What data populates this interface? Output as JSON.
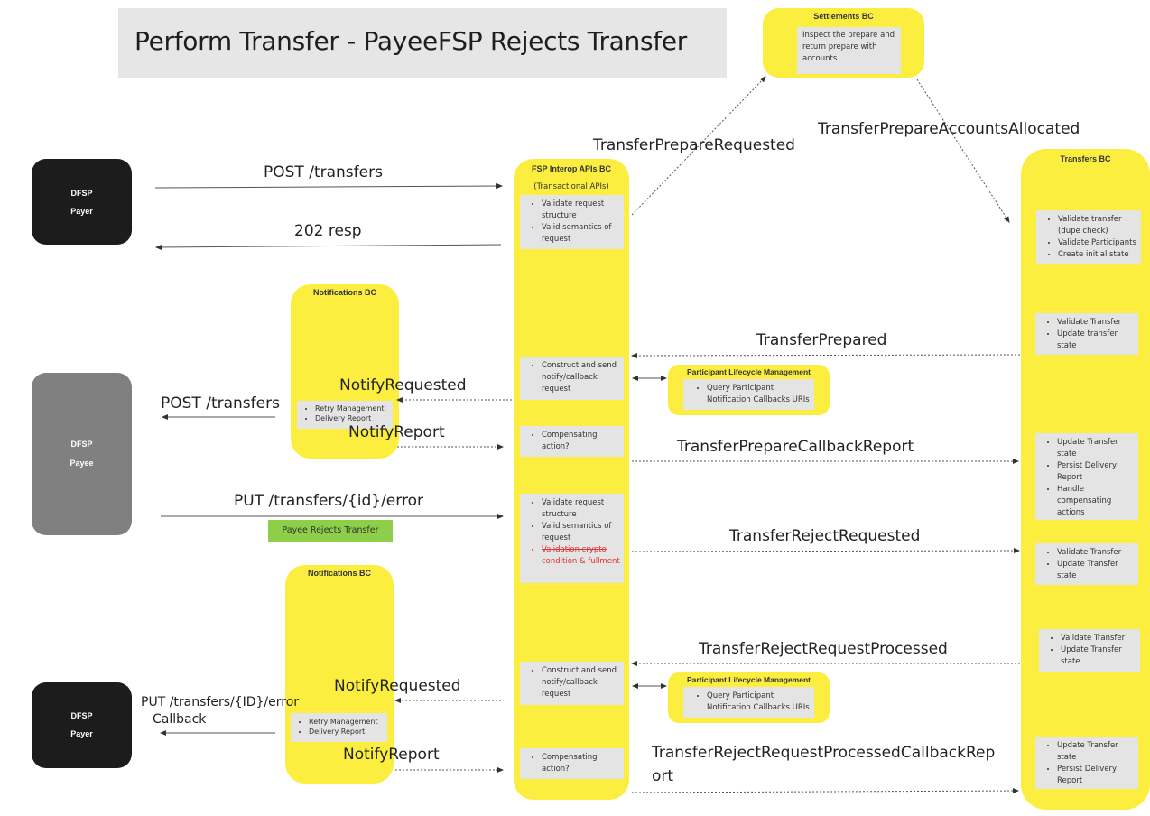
{
  "title": "Perform Transfer - PayeeFSP Rejects Transfer",
  "colors": {
    "yellow": "#fbee3f",
    "gray_box": "#e4e4e4",
    "payer": "#1c1c1c",
    "payee": "#808080",
    "green": "#8ecf4a",
    "strike_red": "#dd3333"
  },
  "participants": {
    "payer_top": {
      "line1": "DFSP",
      "line2": "Payer"
    },
    "payee": {
      "line1": "DFSP",
      "line2": "Payee"
    },
    "payer_bottom": {
      "line1": "DFSP",
      "line2": "Payer"
    }
  },
  "settlements_bc": {
    "title": "Settlements BC",
    "note": "Inspect the prepare and return prepare with accounts"
  },
  "fsp_interop_bc": {
    "title": "FSP Interop APIs BC",
    "subtitle": "(Transactional APIs)",
    "boxes": [
      {
        "items": [
          "Validate request structure",
          "Valid semantics of request"
        ]
      },
      {
        "items": [
          "Construct and send notify/callback request"
        ]
      },
      {
        "items": [
          "Compensating action?"
        ]
      },
      {
        "items": [
          "Validate request structure",
          "Valid semantics of request"
        ],
        "struck_item": "Validation crypto condition & fullment"
      },
      {
        "items": [
          "Construct and send notify/callback request"
        ]
      },
      {
        "items": [
          "Compensating action?"
        ]
      }
    ]
  },
  "transfers_bc": {
    "title": "Transfers BC",
    "boxes": [
      {
        "items": [
          "Validate transfer (dupe check)",
          "Validate Participants",
          "Create initial state"
        ]
      },
      {
        "items": [
          "Validate Transfer",
          "Update transfer state"
        ]
      },
      {
        "items": [
          "Update Transfer state",
          "Persist Delivery Report",
          "Handle compensating actions"
        ]
      },
      {
        "items": [
          "Validate Transfer",
          "Update Transfer state"
        ]
      },
      {
        "items": [
          "Validate Transfer",
          "Update Transfer state"
        ]
      },
      {
        "items": [
          "Update Transfer state",
          "Persist Delivery Report"
        ]
      }
    ]
  },
  "notifications_bc_top": {
    "title": "Notifications BC",
    "items": [
      "Retry Management",
      "Delivery Report"
    ]
  },
  "notifications_bc_bottom": {
    "title": "Notifications BC",
    "items": [
      "Retry Management",
      "Delivery Report"
    ]
  },
  "participant_lifecycle_top": {
    "title": "Participant Lifecycle Management",
    "items": [
      "Query Participant Notification Callbacks URIs"
    ]
  },
  "participant_lifecycle_bottom": {
    "title": "Participant Lifecycle Management",
    "items": [
      "Query Participant Notification Callbacks URIs"
    ]
  },
  "messages": {
    "post_transfers": "POST /transfers",
    "resp_202": "202 resp",
    "transfer_prepare_requested": "TransferPrepareRequested",
    "transfer_prepare_accounts_allocated": "TransferPrepareAccountsAllocated",
    "transfer_prepared": "TransferPrepared",
    "notify_requested_1": "NotifyRequested",
    "post_transfers_payee": "POST /transfers",
    "notify_report_1": "NotifyReport",
    "transfer_prepare_callback_report": "TransferPrepareCallbackReport",
    "put_transfers_error": "PUT /transfers/{id}/error",
    "payee_rejects_transfer": "Payee Rejects Transfer",
    "transfer_reject_requested": "TransferRejectRequested",
    "transfer_reject_request_processed": "TransferRejectRequestProcessed",
    "notify_requested_2": "NotifyRequested",
    "put_transfers_error_callback_line1": "PUT /transfers/{ID}/error",
    "put_transfers_error_callback_line2": "Callback",
    "notify_report_2": "NotifyReport",
    "transfer_reject_callback_report_line1": "TransferRejectRequestProcessedCallbackRep",
    "transfer_reject_callback_report_line2": "ort"
  }
}
